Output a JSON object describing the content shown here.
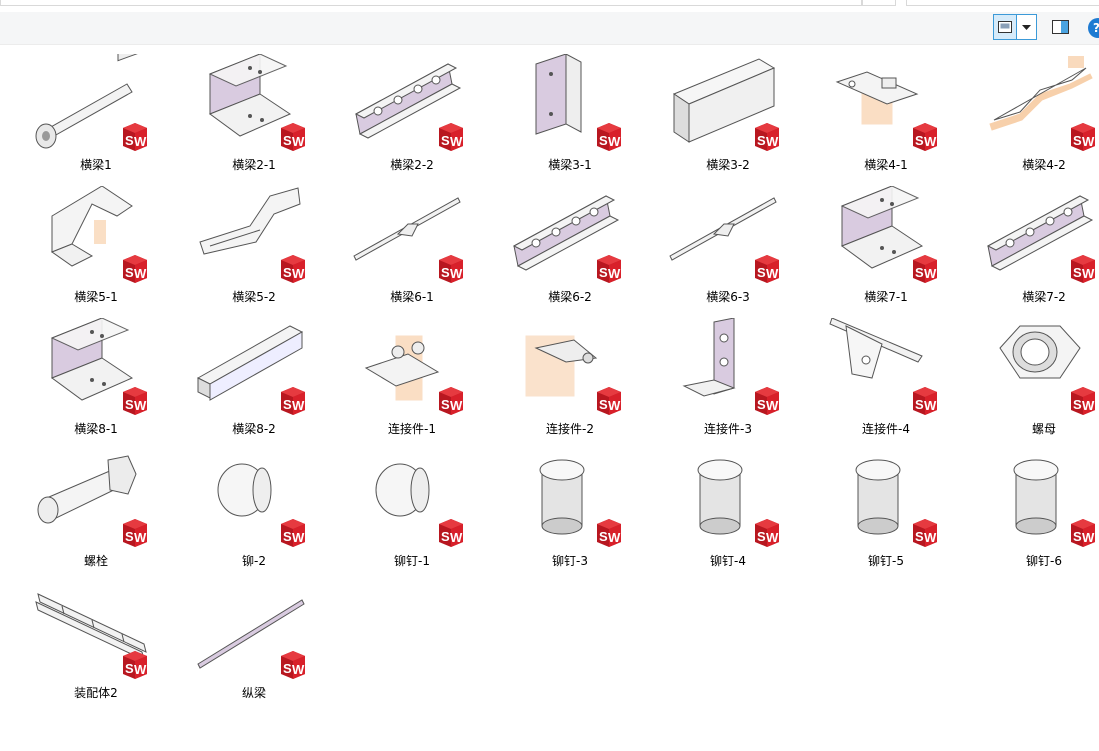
{
  "toolbar": {
    "help_label": "?"
  },
  "icons": {
    "view": "large-icons-view-icon",
    "dropdown": "chevron-down-icon",
    "preview_pane": "preview-pane-icon",
    "help": "help-icon",
    "file_badge": "solidworks-icon"
  },
  "colors": {
    "badge_red": "#d8202a",
    "part_fill": "#d9cbe0",
    "part_stroke": "#555555",
    "ref_plane": "#f1a35a",
    "accent": "#3c9ad8"
  },
  "files": [
    {
      "name": "横梁1",
      "shape": "tube"
    },
    {
      "name": "横梁2-1",
      "shape": "ubracket"
    },
    {
      "name": "横梁2-2",
      "shape": "cbeam-holes"
    },
    {
      "name": "横梁3-1",
      "shape": "tall-bracket"
    },
    {
      "name": "横梁3-2",
      "shape": "box-beam"
    },
    {
      "name": "横梁4-1",
      "shape": "plate-small"
    },
    {
      "name": "横梁4-2",
      "shape": "long-bent"
    },
    {
      "name": "横梁5-1",
      "shape": "bent-channel"
    },
    {
      "name": "横梁5-2",
      "shape": "bent-channel2"
    },
    {
      "name": "横梁6-1",
      "shape": "thin-bar"
    },
    {
      "name": "横梁6-2",
      "shape": "cbeam-holes"
    },
    {
      "name": "横梁6-3",
      "shape": "thin-bar"
    },
    {
      "name": "横梁7-1",
      "shape": "ubracket"
    },
    {
      "name": "横梁7-2",
      "shape": "cbeam-holes"
    },
    {
      "name": "横梁8-1",
      "shape": "ubracket"
    },
    {
      "name": "横梁8-2",
      "shape": "cbeam"
    },
    {
      "name": "连接件-1",
      "shape": "connector"
    },
    {
      "name": "连接件-2",
      "shape": "connector2"
    },
    {
      "name": "连接件-3",
      "shape": "angle"
    },
    {
      "name": "连接件-4",
      "shape": "gusset"
    },
    {
      "name": "螺母",
      "shape": "nut"
    },
    {
      "name": "螺栓",
      "shape": "bolt"
    },
    {
      "name": "铆-2",
      "shape": "rivet-side"
    },
    {
      "name": "铆钉-1",
      "shape": "rivet-side"
    },
    {
      "name": "铆钉-3",
      "shape": "rivet-up"
    },
    {
      "name": "铆钉-4",
      "shape": "rivet-up"
    },
    {
      "name": "铆钉-5",
      "shape": "rivet-up"
    },
    {
      "name": "铆钉-6",
      "shape": "rivet-up"
    },
    {
      "name": "装配体2",
      "shape": "assembly"
    },
    {
      "name": "纵梁",
      "shape": "long-rail"
    }
  ]
}
